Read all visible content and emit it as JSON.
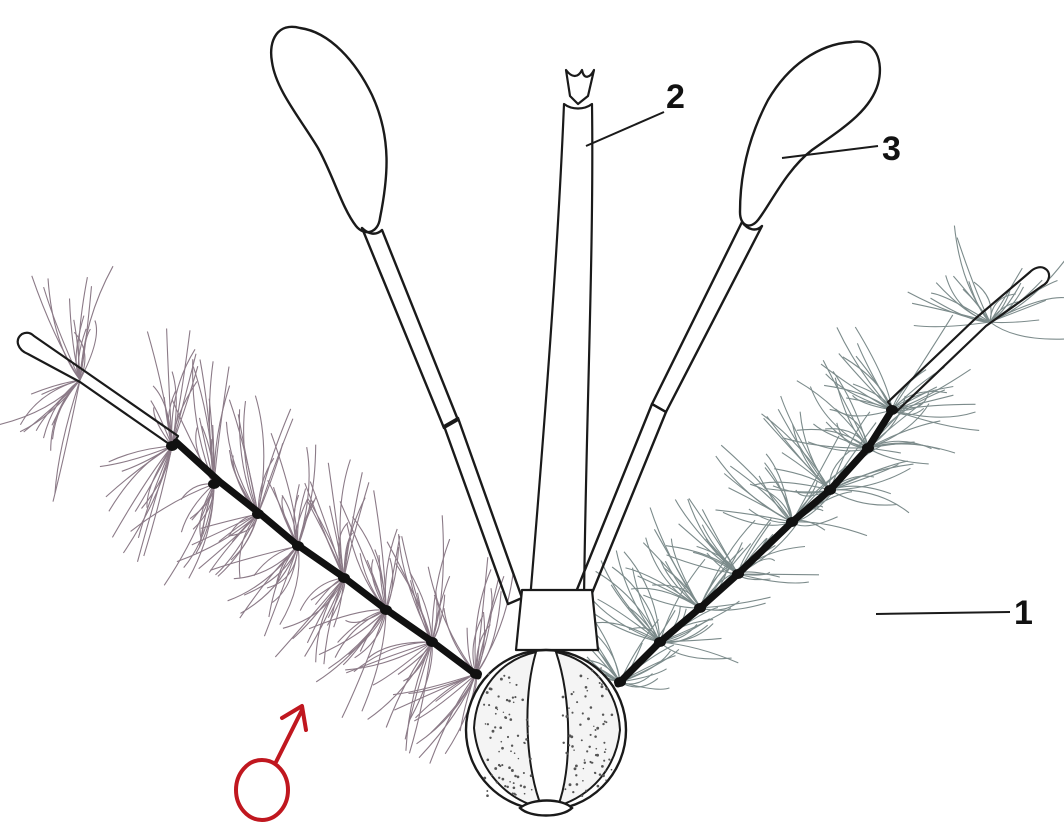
{
  "labels": {
    "label_1": "1",
    "label_2": "2",
    "label_3": "3"
  },
  "colors": {
    "ink": "#1a1a1a",
    "hair_left": "#6f5a6a",
    "hair_right": "#5c6f6f",
    "male_symbol": "#c0171f"
  },
  "icons": {
    "sex_symbol": "male-symbol-icon"
  }
}
